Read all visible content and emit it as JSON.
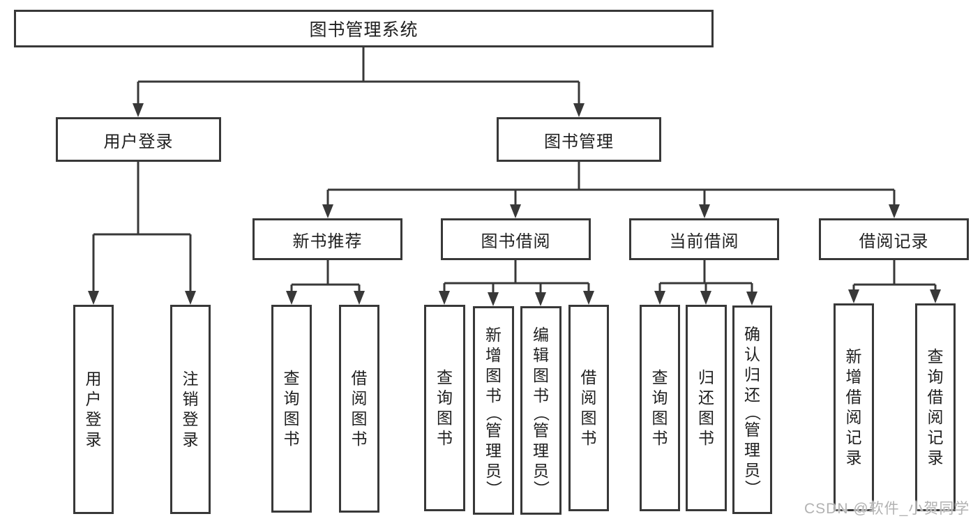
{
  "diagram": {
    "title": {
      "label": "图书管理系统"
    },
    "level2": {
      "user_login": {
        "label": "用户登录"
      },
      "book_mgmt": {
        "label": "图书管理"
      }
    },
    "level3": {
      "new_books": {
        "label": "新书推荐"
      },
      "book_borrow": {
        "label": "图书借阅"
      },
      "current_borrow": {
        "label": "当前借阅"
      },
      "borrow_records": {
        "label": "借阅记录"
      }
    },
    "leaves": {
      "login": [
        "用户登录",
        "注销登录"
      ],
      "new_books": [
        "查询图书",
        "借阅图书"
      ],
      "book_borrow": [
        "查询图书",
        "新增图书（管理员）",
        "编辑图书（管理员）",
        "借阅图书"
      ],
      "current_borrow": [
        "查询图书",
        "归还图书",
        "确认归还（管理员）"
      ],
      "borrow_records": [
        "新增借阅记录",
        "查询借阅记录"
      ]
    },
    "colors": {
      "line": "#383838",
      "text": "#1f1f1f",
      "watermark": "#b2b2b2",
      "background": "#ffffff"
    }
  },
  "watermark": {
    "text": "CSDN @软件_小贺同学"
  }
}
